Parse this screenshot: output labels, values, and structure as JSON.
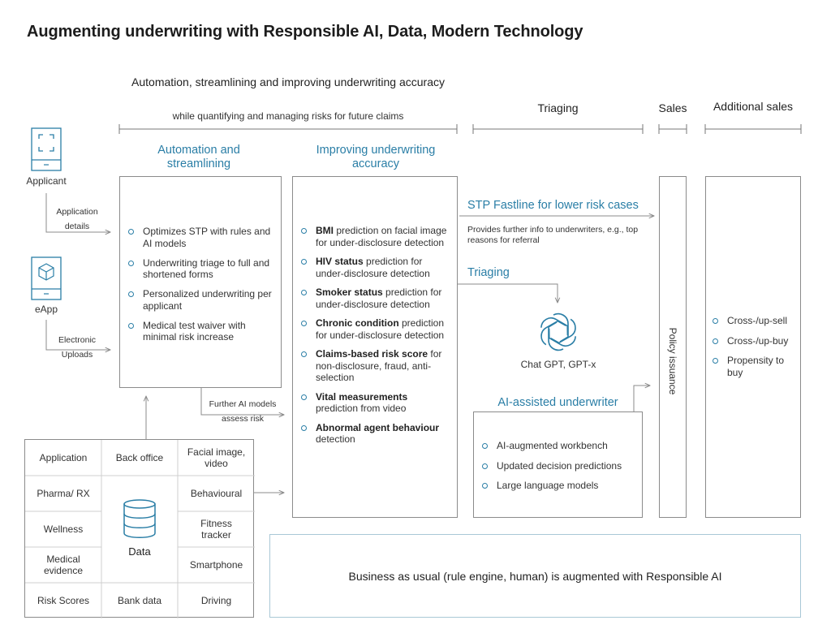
{
  "title": "Augmenting underwriting with Responsible AI, Data, Modern Technology",
  "header": {
    "automation": "Automation, streamlining and improving underwriting accuracy",
    "automation_sub": "while quantifying and managing risks for future claims",
    "triaging": "Triaging",
    "sales": "Sales",
    "additional_sales": "Additional sales"
  },
  "inputs": {
    "applicant": "Applicant",
    "application_details_1": "Application",
    "application_details_2": "details",
    "eapp": "eApp",
    "electronic_uploads_1": "Electronic",
    "electronic_uploads_2": "Uploads"
  },
  "automation_col": {
    "heading": "Automation and streamlining",
    "items": [
      "Optimizes STP with rules and AI models",
      "Underwriting triage to full and shortened forms",
      "Personalized underwriting per applicant",
      "Medical test waiver with minimal risk increase"
    ]
  },
  "accuracy_col": {
    "heading": "Improving underwriting accuracy",
    "items": [
      {
        "bold": "BMI",
        "rest": " prediction on facial image for under-disclosure detection"
      },
      {
        "bold": "HIV status",
        "rest": " prediction for under-disclosure detection"
      },
      {
        "bold": "Smoker status",
        "rest": " prediction for under-disclosure detection"
      },
      {
        "bold": "Chronic condition",
        "rest": " prediction for under-disclosure detection"
      },
      {
        "bold": "Claims-based risk score",
        "rest": " for non-disclosure, fraud, anti-selection"
      },
      {
        "bold": "Vital measurements",
        "rest": " prediction from video"
      },
      {
        "bold": "Abnormal agent behaviour",
        "rest": " detection"
      }
    ]
  },
  "further_models_1": "Further AI models",
  "further_models_2": "assess risk",
  "triage": {
    "stp_title": "STP Fastline for lower risk cases",
    "stp_desc": "Provides further info to underwriters, e.g., top reasons for referral",
    "triaging_title": "Triaging",
    "chatgpt_label": "Chat GPT, GPT-x",
    "ai_uw_title": "AI-assisted underwriter",
    "ai_uw_items": [
      "AI-augmented workbench",
      "Updated decision predictions",
      "Large language models"
    ]
  },
  "policy_issuance": "Policy issuance",
  "additional_items": [
    "Cross-/up-sell",
    "Cross-/up-buy",
    "Propensity to buy"
  ],
  "bau": "Business as usual (rule engine, human) is augmented with Responsible AI",
  "data_sources": {
    "center": "Data",
    "cells": [
      "Application",
      "Back office",
      "Facial image, video",
      "Pharma/ RX",
      "Behavioural",
      "Wellness",
      "Fitness tracker",
      "Medical evidence",
      "Smartphone",
      "Risk Scores",
      "Bank data",
      "Driving"
    ]
  },
  "colors": {
    "accent": "#2a7ea6",
    "border": "#8b8b8b",
    "bau_border": "#a9c8d6"
  }
}
